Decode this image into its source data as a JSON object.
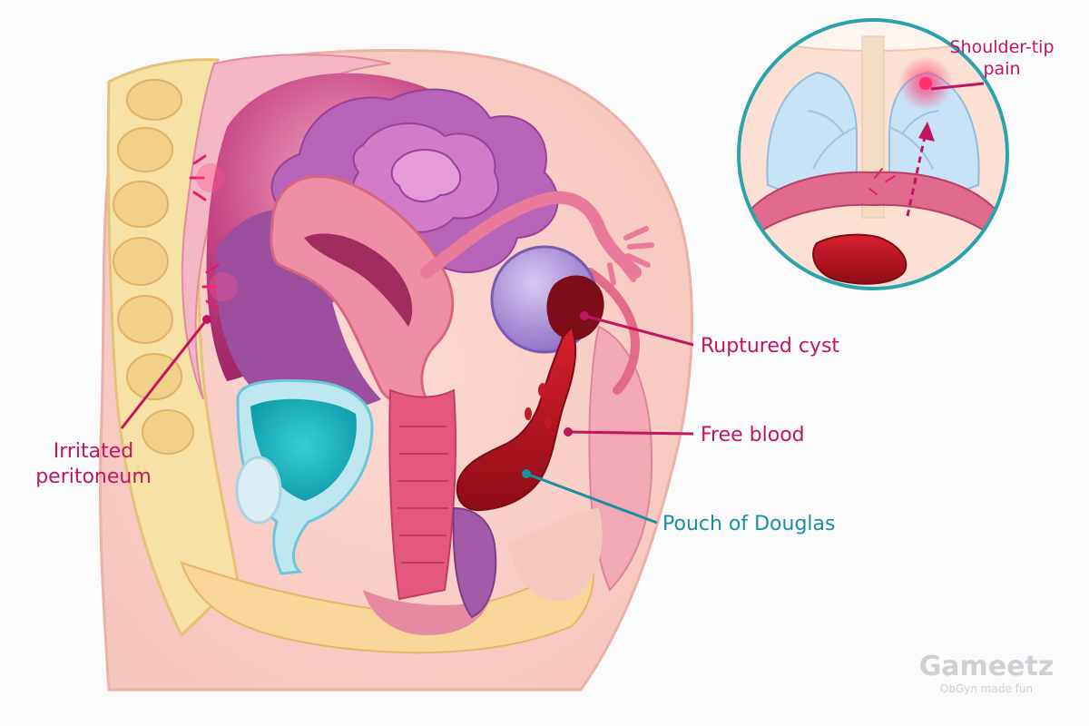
{
  "labels": {
    "irritated_peritoneum": [
      "Irritated",
      "peritoneum"
    ],
    "ruptured_cyst": "Ruptured cyst",
    "free_blood": "Free blood",
    "pouch_of_douglas": "Pouch of Douglas",
    "shoulder_tip_pain": [
      "Shoulder-tip",
      "pain"
    ]
  },
  "watermark": {
    "name": "Gameetz",
    "tagline": "ObGyn made fun"
  },
  "colors": {
    "callout_magenta": "#c3155f",
    "callout_teal": "#1790a0",
    "inset_border": "#2aa3ad",
    "blood": "#b3121d",
    "uterus": "#ef8fa7",
    "bladder_fluid": "#1fb7c4",
    "cyst": "#9a7fd0"
  }
}
